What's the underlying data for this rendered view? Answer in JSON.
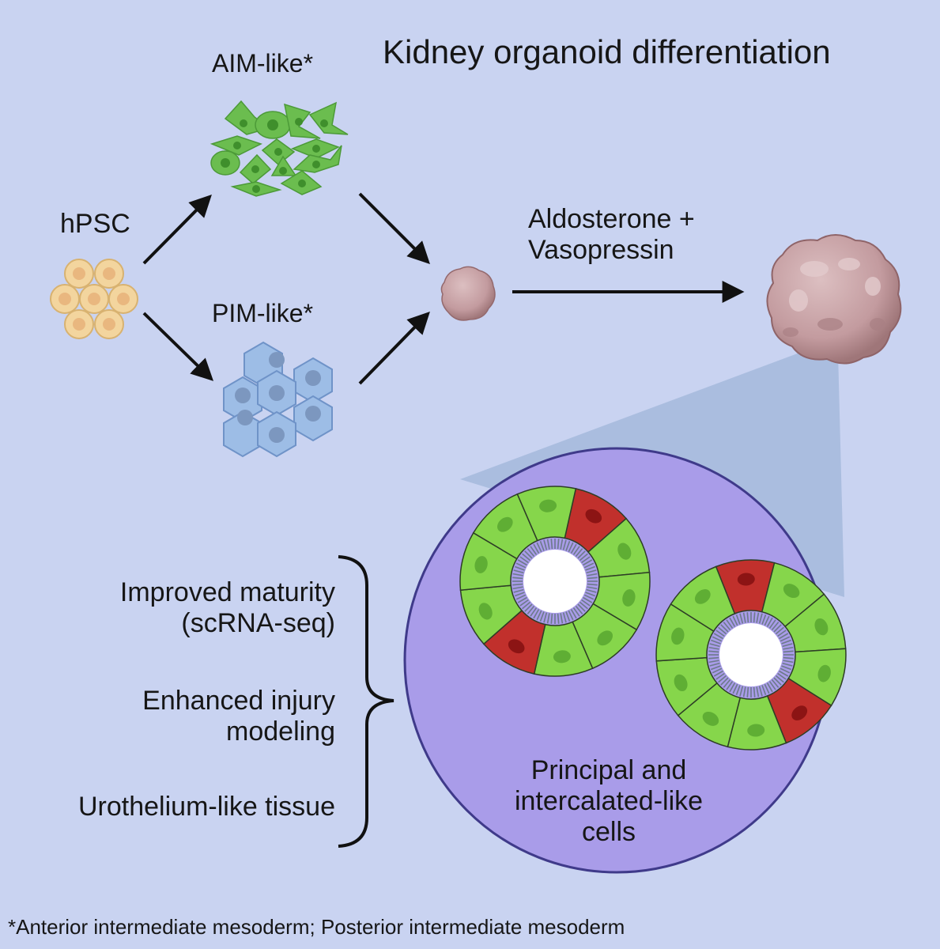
{
  "title": "Kidney organoid differentiation",
  "stages": {
    "start": "hPSC",
    "aim": "AIM-like*",
    "pim": "PIM-like*"
  },
  "treatment": {
    "line1": "Aldosterone +",
    "line2": "Vasopressin"
  },
  "outcomes": {
    "o1_line1": "Improved maturity",
    "o1_line2": "(scRNA-seq)",
    "o2_line1": "Enhanced injury",
    "o2_line2": "modeling",
    "o3": "Urothelium-like tissue"
  },
  "zoom_caption": {
    "line1": "Principal and",
    "line2": "intercalated-like",
    "line3": "cells"
  },
  "footnote": "*Anterior intermediate mesoderm; Posterior intermediate mesoderm",
  "colors": {
    "background": "#c9d3f1",
    "hpsc_cells": "#f3d59e",
    "aim_cells": "#6bbd4f",
    "pim_cells": "#9dbde6",
    "organoid": "#c7a2a5",
    "zoom_circle": "#a99ce9",
    "principal_cell": "#86d64b",
    "intercalated_cell": "#c1302c"
  }
}
